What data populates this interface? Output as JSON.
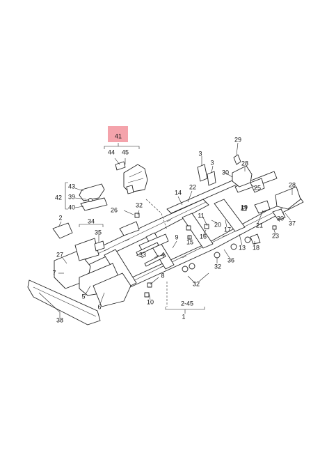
{
  "colors": {
    "highlight": "#f4a3ab",
    "ink": "#222222",
    "background": "#ffffff"
  },
  "callouts": {
    "c41": "41",
    "c44": "44",
    "c45": "45",
    "c43": "43",
    "c42": "42",
    "c39": "39",
    "c40": "40",
    "c2": "2",
    "c34": "34",
    "c35": "35",
    "c27": "27",
    "c7": "7",
    "c38": "38",
    "c5": "5",
    "c6": "6",
    "c26": "26",
    "c32a": "32",
    "c33": "33",
    "c4": "4",
    "c10": "10",
    "c8": "8",
    "c9": "9",
    "c245": "2-45",
    "c1": "1",
    "c32b": "32",
    "c15": "15",
    "c16": "16",
    "c11": "11",
    "c20": "20",
    "c17": "17",
    "c22": "22",
    "c14": "14",
    "c3a": "3",
    "c3b": "3",
    "c29": "29",
    "c30a": "30",
    "c28a": "28",
    "c25": "25",
    "c19": "19",
    "c21": "21",
    "c13": "13",
    "c18": "18",
    "c36": "36",
    "c32c": "32",
    "c28b": "28",
    "c30b": "30",
    "c37": "37",
    "c23": "23"
  }
}
